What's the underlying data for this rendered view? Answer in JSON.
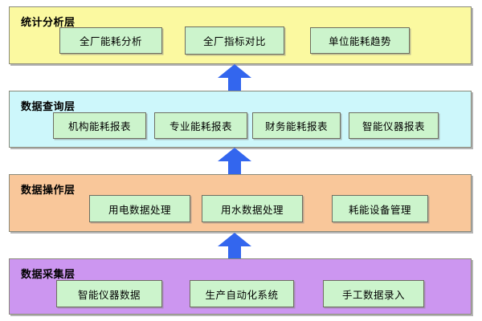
{
  "diagram": {
    "title": "",
    "colors": {
      "layer_statistics_bg": "#fbf9a0",
      "layer_query_bg": "#cdf7fb",
      "layer_operation_bg": "#f9c79a",
      "layer_collection_bg": "#cc96f0",
      "node_bg": "#ccf4cc",
      "node_border": "#6e6e60",
      "layer_border": "#8a8a7a",
      "arrow": "#3366ee"
    },
    "layers": [
      {
        "id": "statistics",
        "title": "统计分析层",
        "nodes": [
          {
            "label": "全厂能耗分析"
          },
          {
            "label": "全厂指标对比"
          },
          {
            "label": "单位能耗趋势"
          }
        ]
      },
      {
        "id": "query",
        "title": "数据查询层",
        "nodes": [
          {
            "label": "机构能耗报表"
          },
          {
            "label": "专业能耗报表"
          },
          {
            "label": "财务能耗报表"
          },
          {
            "label": "智能仪器报表"
          }
        ]
      },
      {
        "id": "operation",
        "title": "数据操作层",
        "nodes": [
          {
            "label": "用电数据处理"
          },
          {
            "label": "用水数据处理"
          },
          {
            "label": "耗能设备管理"
          }
        ]
      },
      {
        "id": "collection",
        "title": "数据采集层",
        "nodes": [
          {
            "label": "智能仪器数据"
          },
          {
            "label": "生产自动化系统"
          },
          {
            "label": "手工数据录入"
          }
        ]
      }
    ],
    "arrows": [
      {
        "name": "arrow-collection-to-operation",
        "direction": "up"
      },
      {
        "name": "arrow-operation-to-query",
        "direction": "up"
      },
      {
        "name": "arrow-query-to-statistics",
        "direction": "up"
      }
    ]
  }
}
